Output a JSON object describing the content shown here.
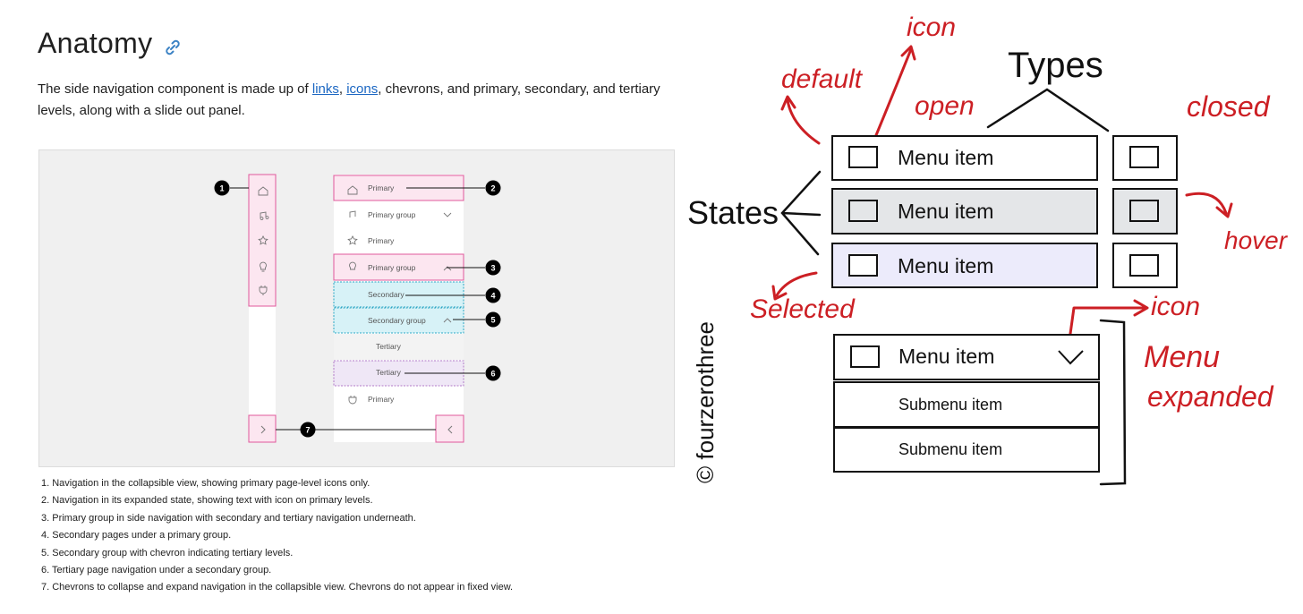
{
  "page": {
    "title": "Anatomy",
    "intro": {
      "before": "The side navigation component is made up of ",
      "link1": "links",
      "sep": ", ",
      "link2": "icons",
      "after": ", chevrons, and primary, secondary, and tertiary levels, along with a slide out panel."
    }
  },
  "nav_diagram": {
    "items": [
      {
        "label": "Primary",
        "icon": "home-icon"
      },
      {
        "label": "Primary group",
        "icon": "music-note-icon"
      },
      {
        "label": "Primary",
        "icon": "star-icon"
      },
      {
        "label": "Primary group",
        "icon": "lightbulb-icon"
      },
      {
        "label": "Secondary",
        "icon": ""
      },
      {
        "label": "Secondary group",
        "icon": ""
      },
      {
        "label": "Tertiary",
        "icon": ""
      },
      {
        "label": "Tertiary",
        "icon": ""
      },
      {
        "label": "Primary",
        "icon": "plug-icon"
      }
    ],
    "badges": [
      "1",
      "2",
      "3",
      "4",
      "5",
      "6",
      "7"
    ],
    "colors": {
      "pink": "#e0589b",
      "pink_fill": "#fce6f0",
      "cyan": "#2aa7c4",
      "cyan_fill": "#d7f2f7",
      "lavender_fill": "#efe7f6"
    }
  },
  "notes": [
    "1. Navigation in the collapsible view, showing primary page-level icons only.",
    "2. Navigation in its expanded state, showing text with icon on primary levels.",
    "3. Primary group in side navigation with secondary and tertiary navigation underneath.",
    "4. Secondary pages under a primary group.",
    "5. Secondary group with chevron indicating tertiary levels.",
    "6. Tertiary page navigation under a secondary group.",
    "7. Chevrons to collapse and expand navigation in the collapsible view. Chevrons do not appear in fixed view."
  ],
  "sketch": {
    "icon_top": "icon",
    "default": "default",
    "types": "Types",
    "open": "open",
    "closed": "closed",
    "states": "States",
    "hover": "hover",
    "selected": "Selected",
    "icon_right": "icon",
    "menu_item": "Menu item",
    "submenu_item": "Submenu item",
    "menu_expanded_1": "Menu",
    "menu_expanded_2": "expanded",
    "credit": "© fourzerothree",
    "colors": {
      "red": "#cc1f24",
      "hover_fill": "#e4e6e8",
      "selected_fill": "#ecebfb"
    }
  }
}
